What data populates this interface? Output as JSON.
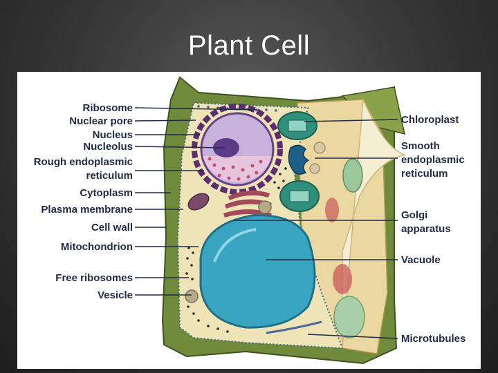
{
  "title": "Plant Cell",
  "labels_left": [
    "Ribosome",
    "Nuclear pore",
    "Nucleus",
    "Nucleolus",
    "Rough endoplasmic",
    "reticulum",
    "Cytoplasm",
    "Plasma membrane",
    "Cell wall",
    "Mitochondrion",
    "Free ribosomes",
    "Vesicle"
  ],
  "labels_right": [
    "Chloroplast",
    "Smooth",
    "endoplasmic",
    "reticulum",
    "Golgi",
    "apparatus",
    "Vacuole",
    "Microtubules"
  ],
  "colors": {
    "cell_wall": "#6f8a3a",
    "cytoplasm": "#efe4b8",
    "vacuole": "#3aa5c0",
    "nucleus": "#b9a0cf",
    "chloroplast": "#2f8f7a",
    "label_text": "#1f2a44"
  }
}
